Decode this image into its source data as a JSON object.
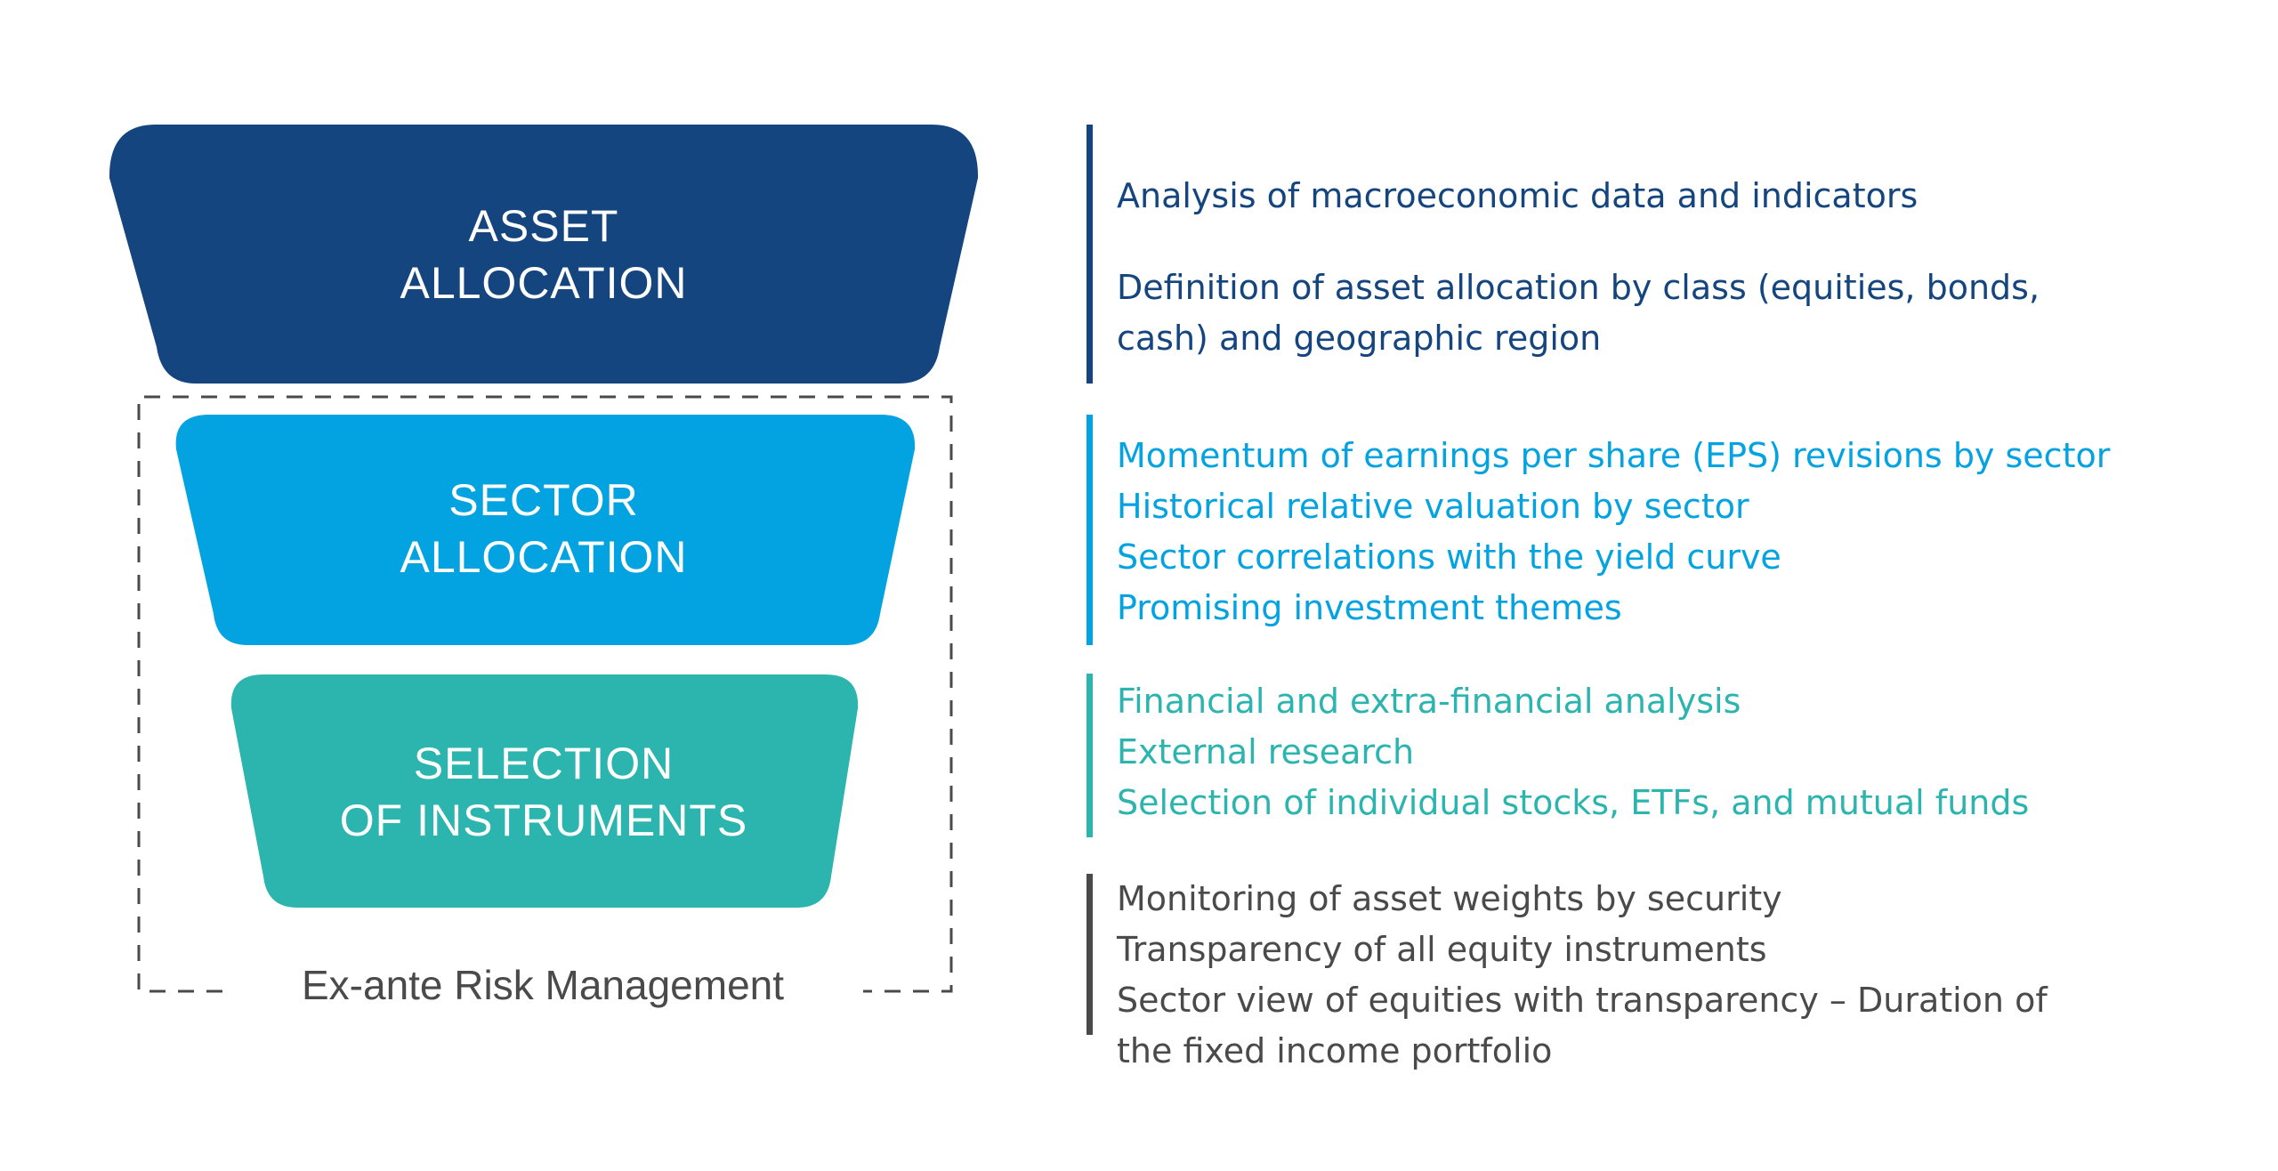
{
  "colors": {
    "asset": "#14457f",
    "sector": "#03a3e1",
    "selection": "#2cb4ae",
    "risk": "#4a4a4a"
  },
  "funnel": {
    "stages": [
      {
        "line1": "ASSET",
        "line2": "ALLOCATION"
      },
      {
        "line1": "SECTOR",
        "line2": "ALLOCATION"
      },
      {
        "line1": "SELECTION",
        "line2": "OF INSTRUMENTS"
      }
    ],
    "risk_label": "Ex-ante Risk Management"
  },
  "details": {
    "asset": [
      "Analysis of macroeconomic data and indicators",
      "Definition of asset allocation by class (equities, bonds,",
      "cash) and geographic region"
    ],
    "sector": [
      "Momentum of earnings per share (EPS) revisions by sector",
      "Historical relative valuation by sector",
      "Sector correlations with the yield curve",
      "Promising investment themes"
    ],
    "selection": [
      "Financial and extra-financial analysis",
      "External research",
      "Selection of individual stocks, ETFs, and mutual funds"
    ],
    "risk": [
      "Monitoring of asset weights by security",
      "Transparency of all equity instruments",
      "Sector view of equities with transparency – Duration of",
      "the fixed income portfolio"
    ]
  }
}
